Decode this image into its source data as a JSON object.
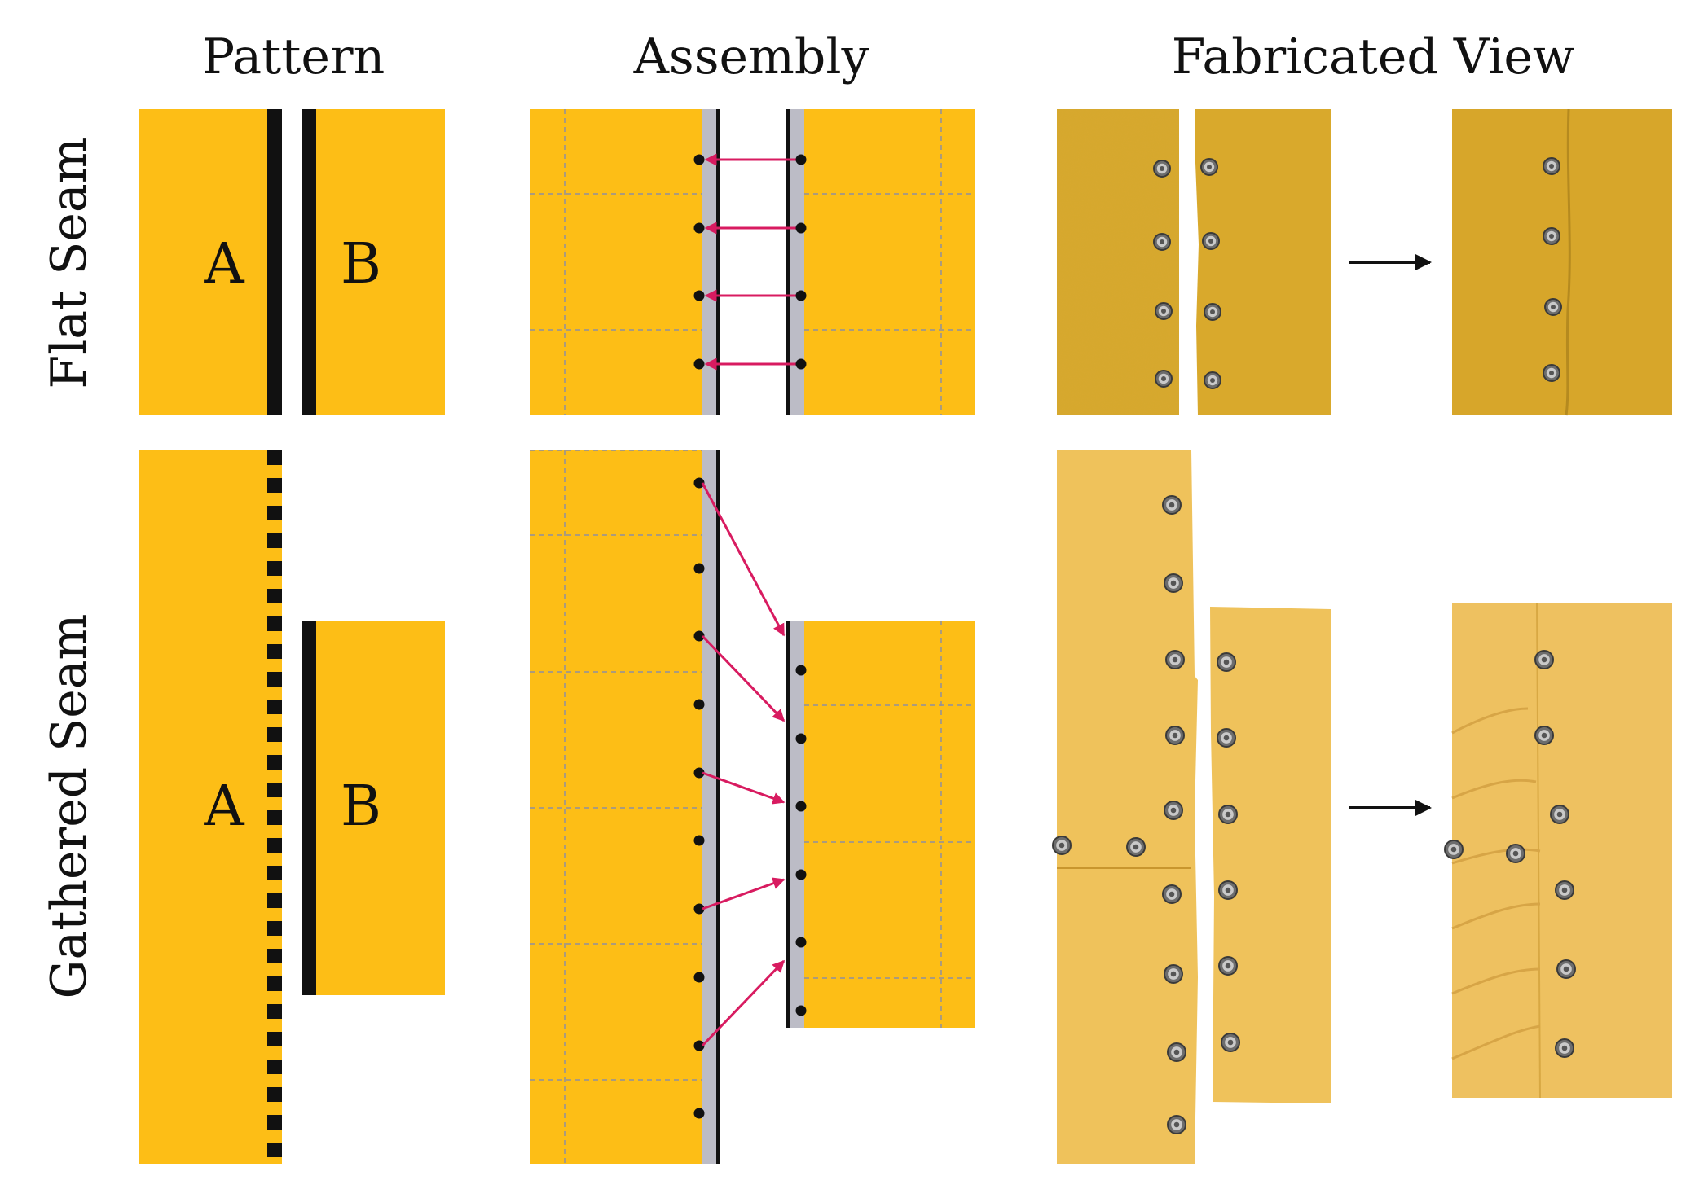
{
  "columns": {
    "pattern": "Pattern",
    "assembly": "Assembly",
    "fabricated": "Fabricated View"
  },
  "rows": {
    "flat": "Flat Seam",
    "gathered": "Gathered Seam"
  },
  "pieces": {
    "a": "A",
    "b": "B"
  },
  "colors": {
    "panel": "#fdbe16",
    "fabric": "#d9a92c",
    "fabric_light": "#efc25b",
    "seam_allowance": "#bcbcc6",
    "arrow": "#d81b60",
    "stitch_dot": "#111111",
    "grid_line": "#8f8f9f"
  },
  "icons": {
    "transform_arrow": "right-arrow-icon",
    "snap": "snap-fastener-icon"
  }
}
